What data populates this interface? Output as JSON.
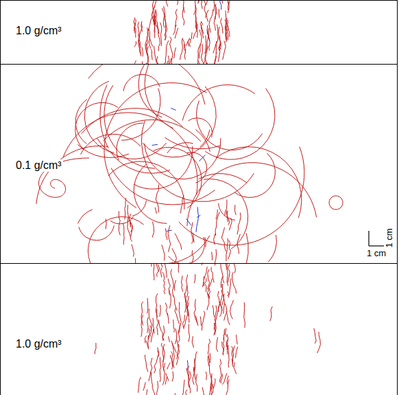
{
  "diagram": {
    "nodes": [
      {
        "text": [
          "1.0 g/cm³"
        ]
      },
      {
        "text": [
          "0.1 g/cm³"
        ]
      },
      {
        "text": [
          "1.0 g/cm³"
        ]
      }
    ],
    "labels": [
      "1 cm",
      "1 cm"
    ]
  }
}
